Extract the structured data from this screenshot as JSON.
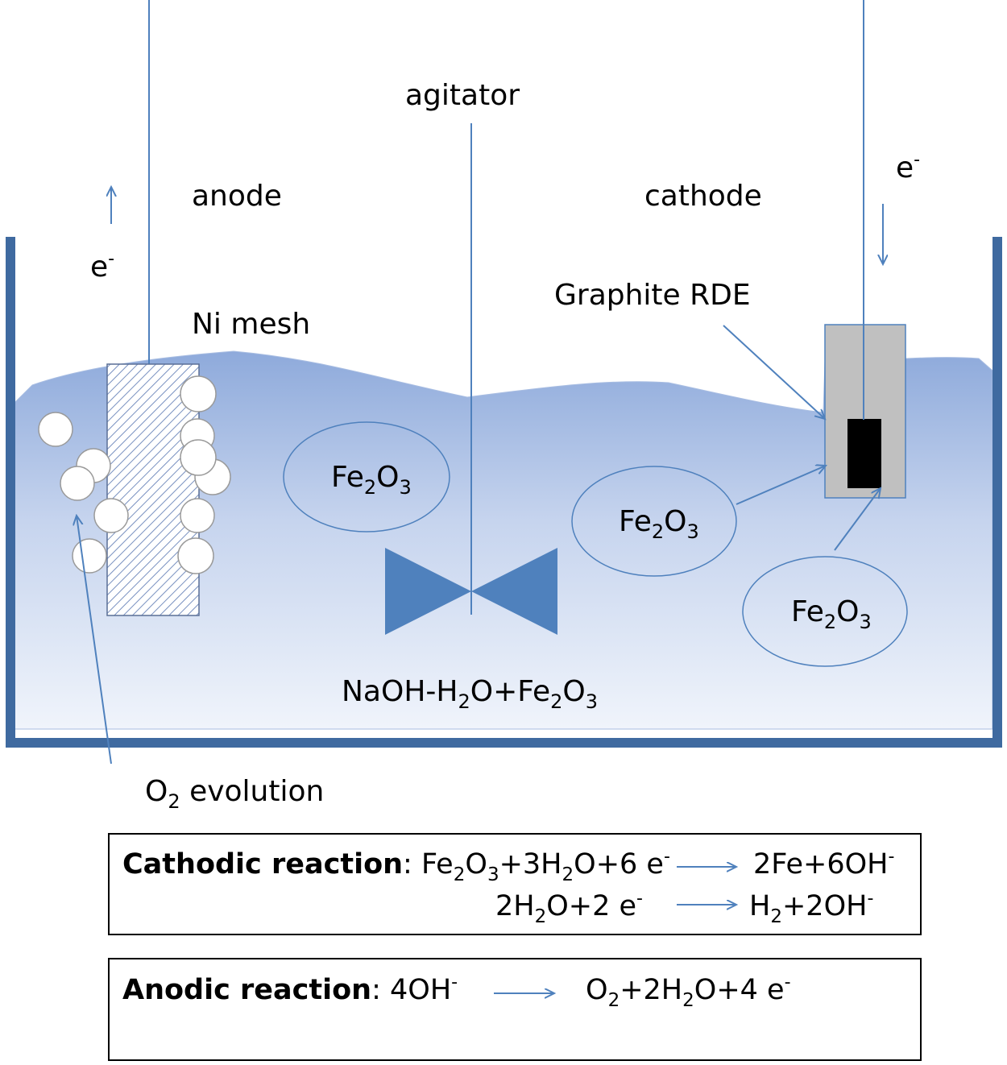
{
  "labels": {
    "agitator": "agitator",
    "anode": "anode",
    "cathode": "cathode",
    "ni_mesh": "Ni mesh",
    "graphite_rde": "Graphite RDE",
    "electron_left": "e",
    "electron_right": "e",
    "electron_sup": "-",
    "electrolyte": "NaOH-H",
    "electrolyte_sub1": "2",
    "electrolyte_mid": "O+Fe",
    "electrolyte_sub2": "2",
    "electrolyte_mid2": "O",
    "electrolyte_sub3": "3",
    "o2_evolution_base": "O",
    "o2_evolution_sub": "2",
    "o2_evolution_rest": " evolution"
  },
  "particles": {
    "base": "Fe",
    "sub1": "2",
    "mid": "O",
    "sub2": "3"
  },
  "cathodic": {
    "title": "Cathodic reaction",
    "colon": ":",
    "r1_left": {
      "a": " Fe",
      "s1": "2",
      "b": "O",
      "s2": "3",
      "c": "+3H",
      "s3": "2",
      "d": "O+6 e",
      "sup": "-"
    },
    "r1_right": {
      "a": "2Fe+6OH",
      "sup": "-"
    },
    "r2_left": {
      "a": "2H",
      "s1": "2",
      "b": "O+2 e",
      "sup": "-"
    },
    "r2_right": {
      "a": "H",
      "s1": "2",
      "b": "+2OH",
      "sup": "-"
    }
  },
  "anodic": {
    "title": "Anodic reaction",
    "colon": ":",
    "left": {
      "a": " 4OH",
      "sup": "-"
    },
    "right": {
      "a": "O",
      "s1": "2",
      "b": "+2H",
      "s2": "2",
      "c": "O+4 e",
      "sup": "-"
    }
  },
  "colors": {
    "tank_wall": "#3f6aa0",
    "electrolyte_top": "#8eaadb",
    "electrolyte_bottom": "#eef2fa",
    "agitator_blade": "#4f81bd",
    "arrow": "#4f81bd",
    "rde_body": "#c0c0c0",
    "rde_core": "#000000"
  }
}
